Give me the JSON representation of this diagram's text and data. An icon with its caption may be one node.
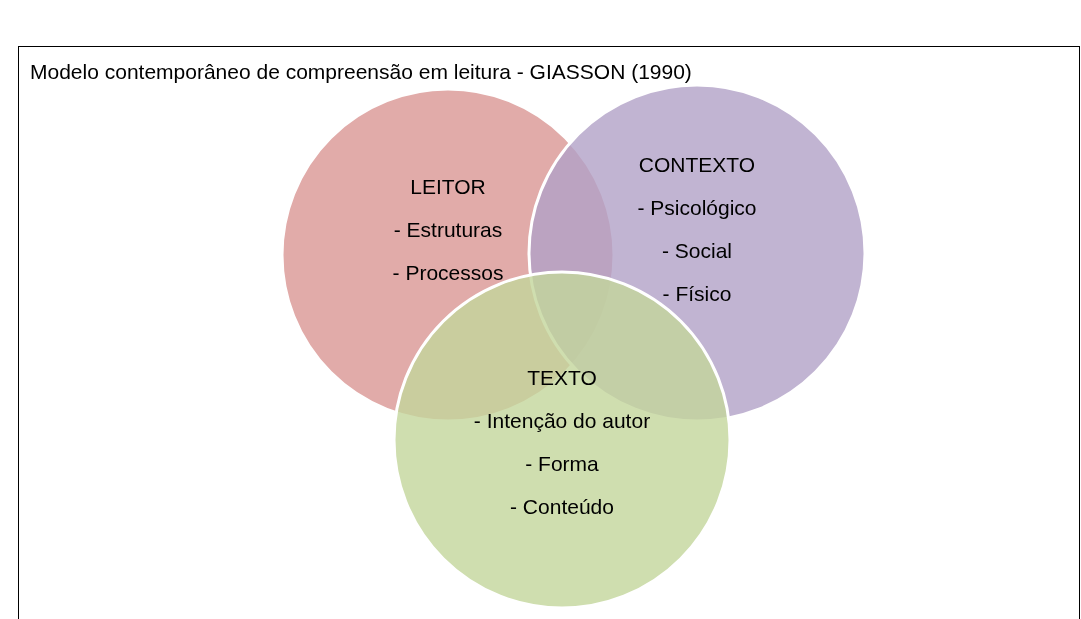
{
  "diagram": {
    "title": "Modelo contemporâneo de compreensão em leitura - GIASSON (1990)",
    "nodes": [
      {
        "text": [
          "LEITOR",
          "- Estruturas",
          "- Processos"
        ]
      },
      {
        "text": [
          "CONTEXTO",
          "- Psicológico",
          "- Social",
          "- Físico"
        ]
      },
      {
        "text": [
          "TEXTO",
          "- Intenção do autor",
          "- Forma",
          "- Conteúdo"
        ]
      }
    ],
    "edges": []
  }
}
